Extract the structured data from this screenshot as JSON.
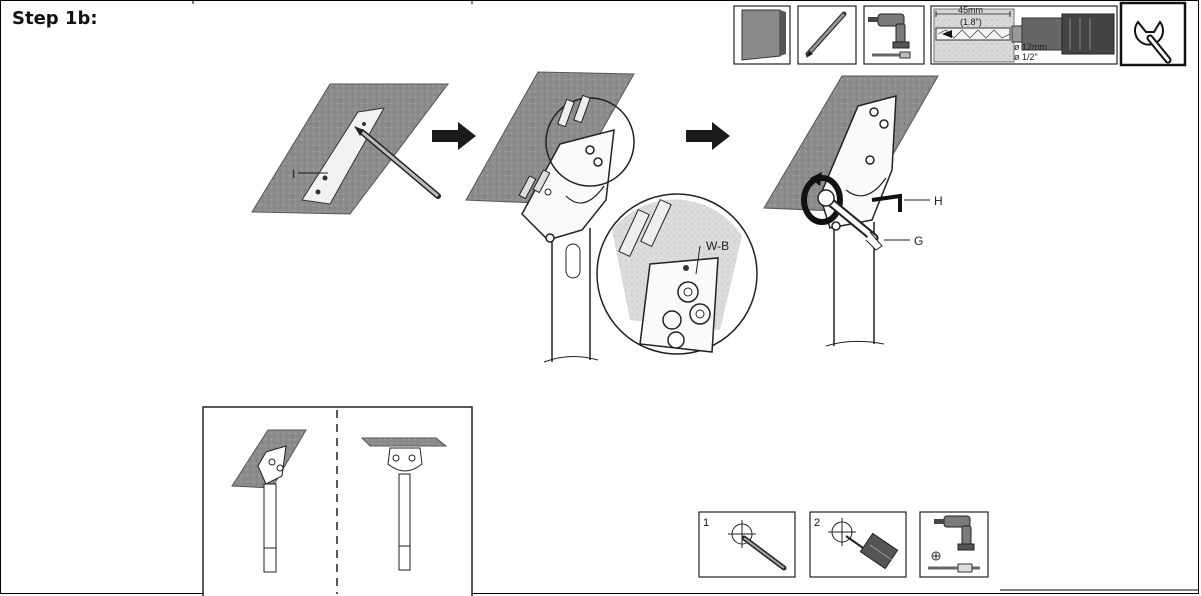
{
  "step_title": "Step 1b:",
  "callouts": {
    "i": "I",
    "wb": "W-B",
    "h": "H",
    "g": "G"
  },
  "drill_spec": {
    "depth_mm": "45mm",
    "depth_in": "(1.8\")",
    "diam_mm": "ø 12mm",
    "diam_in": "ø 1/2\""
  },
  "substeps": {
    "one": "1",
    "two": "2"
  },
  "icons": [
    "wall-icon",
    "pencil-icon",
    "drill-icon",
    "drill-depth-icon",
    "wrench-icon"
  ],
  "colors": {
    "wall": "#8c8c8c",
    "line": "#111111"
  }
}
